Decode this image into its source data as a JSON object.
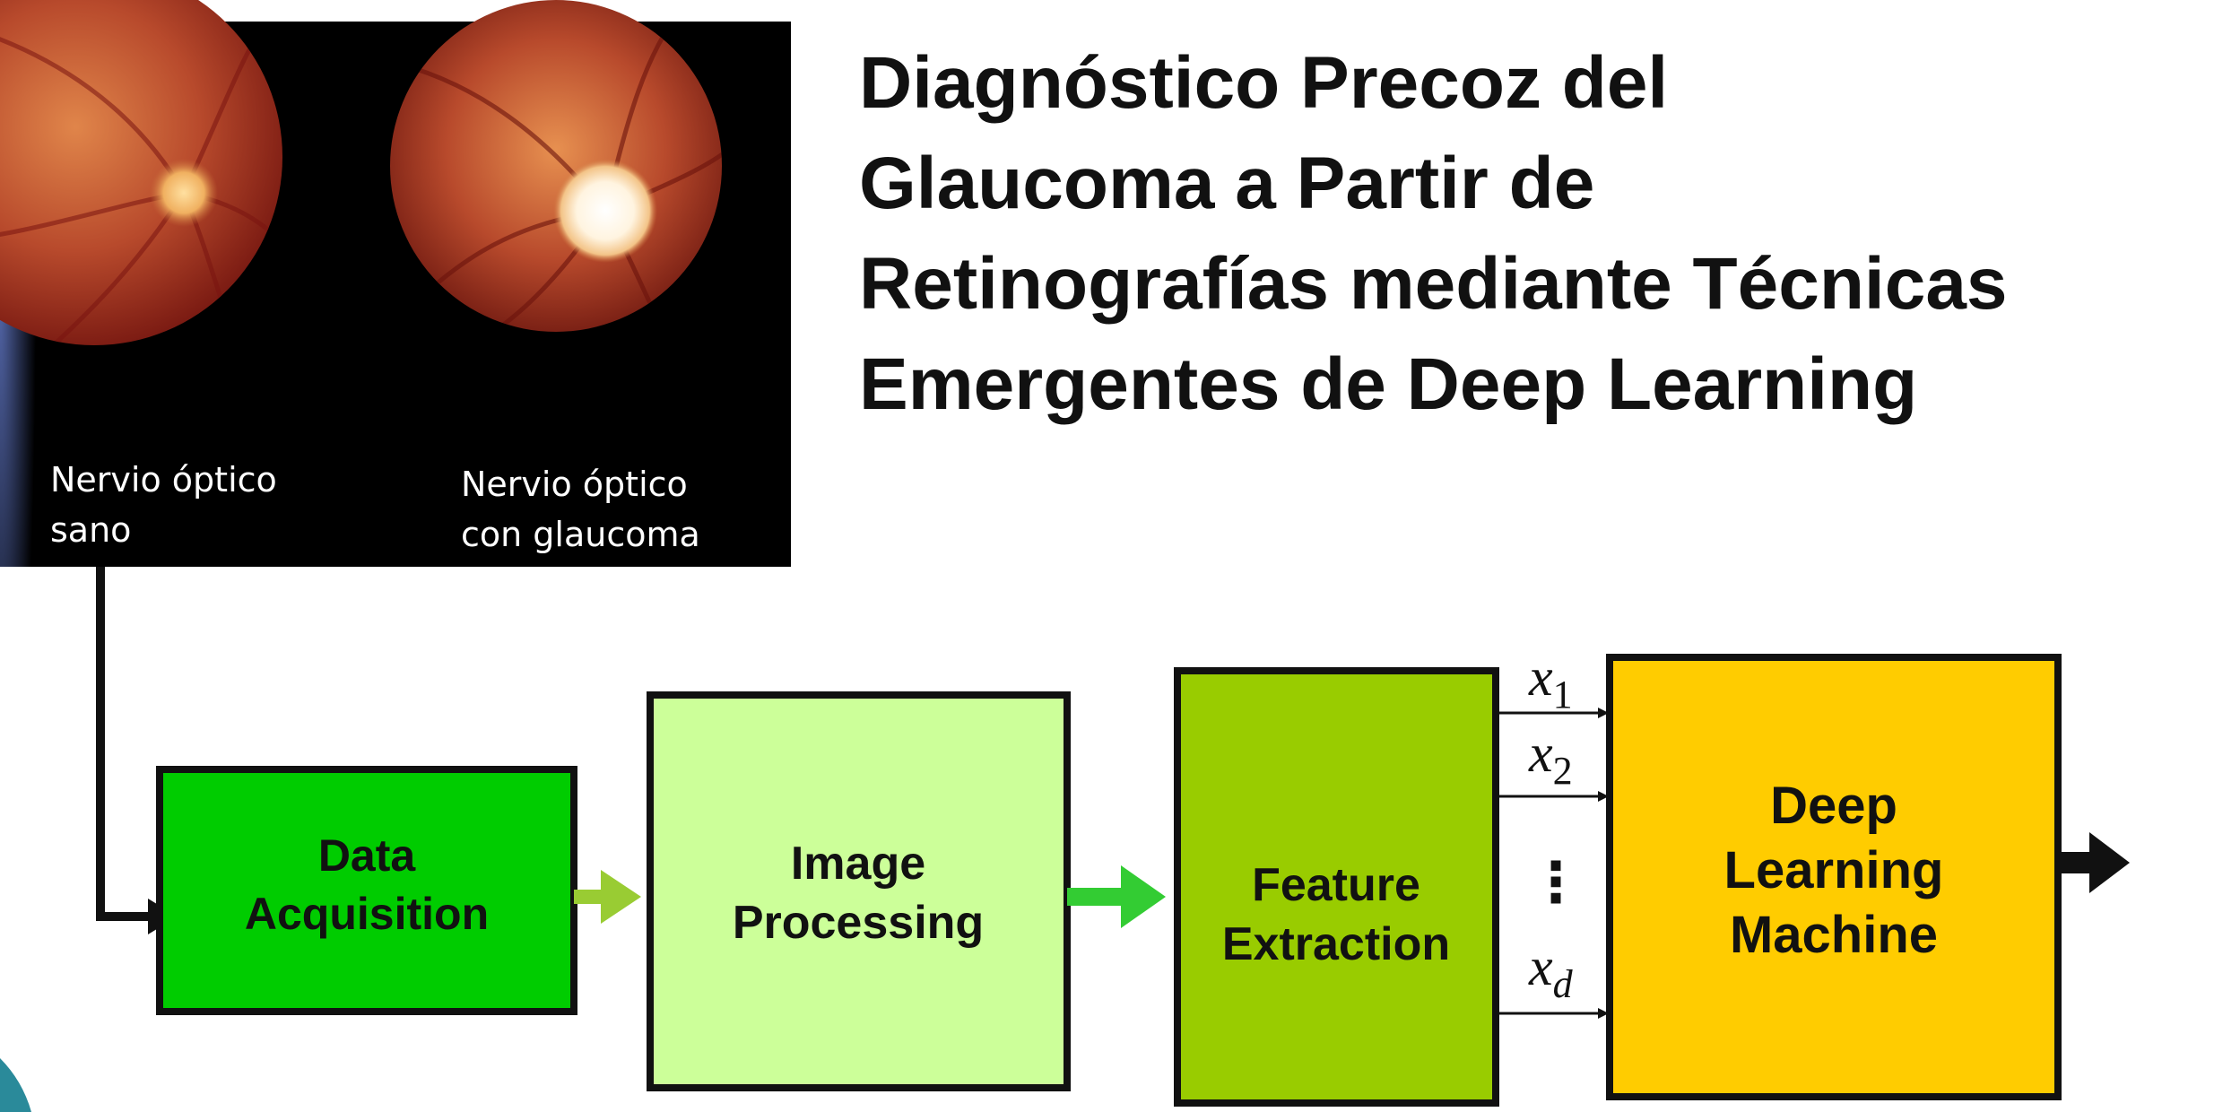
{
  "title": {
    "lines": [
      "Diagnóstico Precoz del",
      "Glaucoma a Partir de",
      "Retinografías mediante Técnicas",
      "Emergentes de Deep Learning"
    ]
  },
  "photo_panel": {
    "left_caption": [
      "Nervio óptico",
      "sano"
    ],
    "right_caption": [
      "Nervio óptico",
      "con glaucoma"
    ]
  },
  "pipeline": {
    "blocks": [
      {
        "id": "data-acquisition",
        "lines": [
          "Data",
          "Acquisition"
        ],
        "fill": "#00cc00"
      },
      {
        "id": "image-processing",
        "lines": [
          "Image",
          "Processing"
        ],
        "fill": "#ccff99"
      },
      {
        "id": "feature-extraction",
        "lines": [
          "Feature",
          "Extraction"
        ],
        "fill": "#99cc00"
      },
      {
        "id": "deep-learning-machine",
        "lines": [
          "Deep",
          "Learning",
          "Machine"
        ],
        "fill": "#ffcc00"
      }
    ],
    "features": {
      "x1": {
        "base": "x",
        "sub": "1"
      },
      "x2": {
        "base": "x",
        "sub": "2"
      },
      "ellipsis": "⋮",
      "xd": {
        "base": "x",
        "sub": "d"
      }
    }
  },
  "colors": {
    "arrow_light": "#99cc33",
    "arrow_green": "#33cc33",
    "stroke": "#111111",
    "photo_bg": "#000000",
    "fundus_dark": "#7a1a12",
    "fundus_mid": "#b84a2c",
    "optic_disc_healthy": "#f0b060",
    "optic_disc_glaucoma": "#fff4e0",
    "caption_text": "#ffffff"
  }
}
